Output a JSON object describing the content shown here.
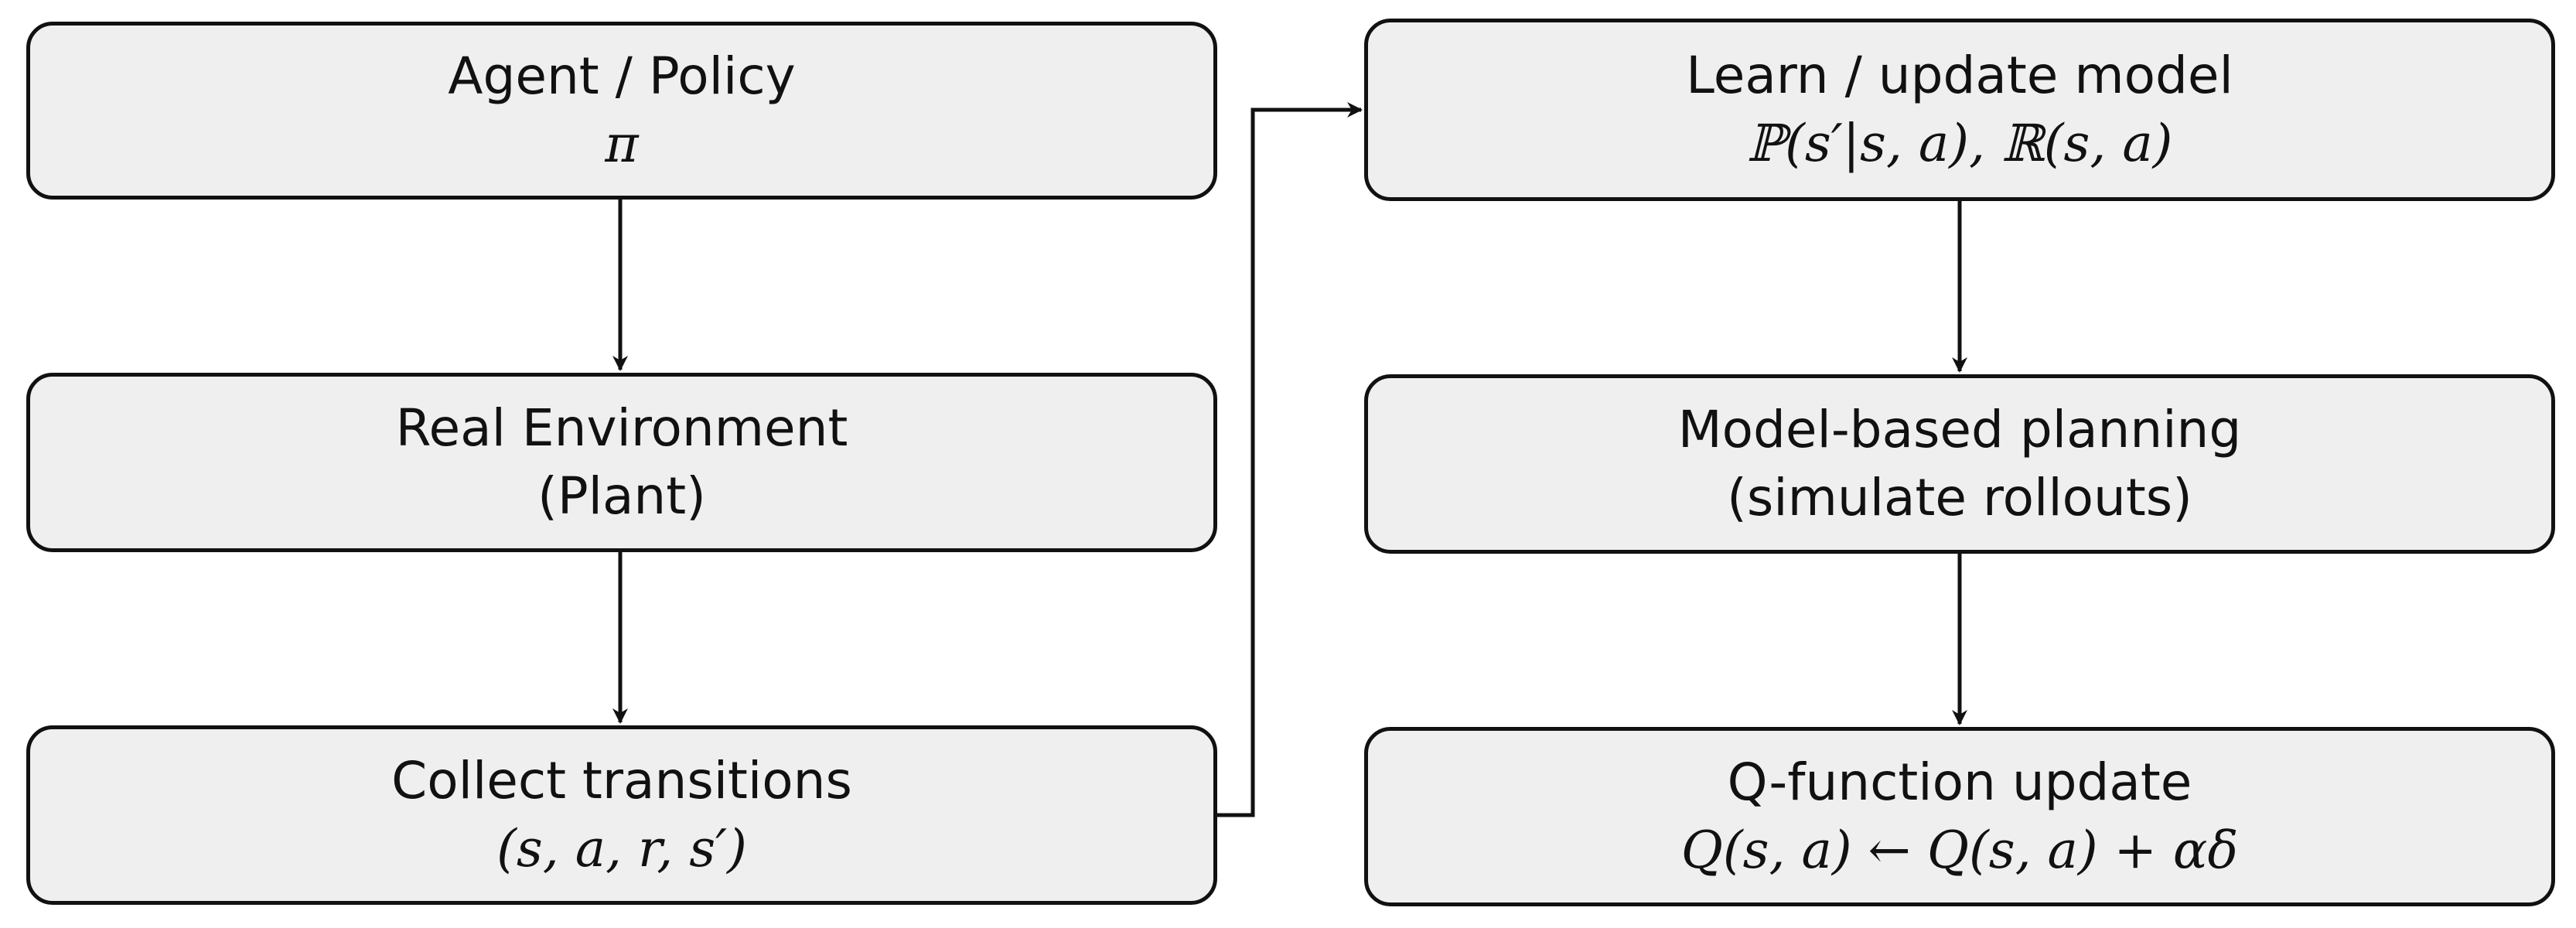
{
  "nodes": {
    "agent": {
      "title": "Agent / Policy",
      "math": "π"
    },
    "env": {
      "title": "Real Environment",
      "sub": "(Plant)"
    },
    "collect": {
      "title": "Collect transitions",
      "math": "(s, a, r, s′)"
    },
    "learn": {
      "title": "Learn / update model",
      "math": "ℙ(s′|s, a),   ℝ(s, a)"
    },
    "plan": {
      "title": "Model-based planning",
      "sub": "(simulate rollouts)"
    },
    "q": {
      "title": "Q-function update",
      "math": "Q(s, a)   ←   Q(s, a) + αδ"
    }
  },
  "edges": [
    {
      "from": "agent",
      "to": "env"
    },
    {
      "from": "env",
      "to": "collect"
    },
    {
      "from": "collect",
      "to": "learn"
    },
    {
      "from": "learn",
      "to": "plan"
    },
    {
      "from": "plan",
      "to": "q"
    }
  ],
  "colors": {
    "box_fill": "#efefef",
    "stroke": "#111111",
    "background": "#ffffff"
  }
}
